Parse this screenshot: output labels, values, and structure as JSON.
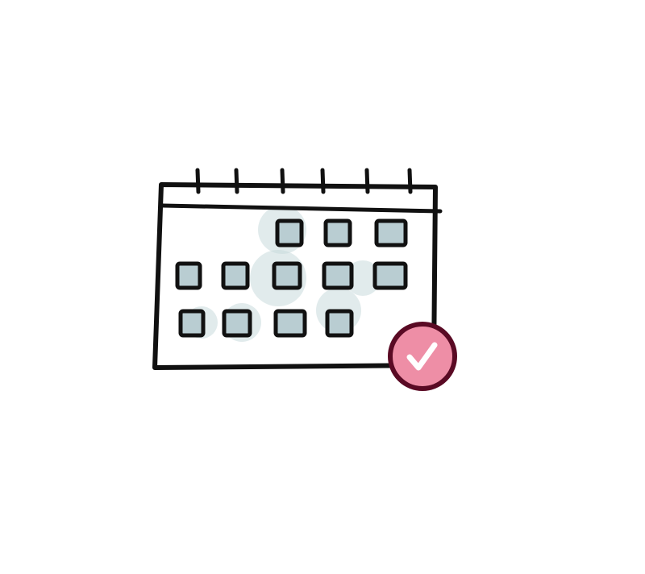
{
  "illustration": {
    "subject": "calendar-with-checkmark",
    "colors": {
      "outline": "#111111",
      "day_fill": "#b9cdd2",
      "day_wash": "#c9dadd",
      "badge_fill": "#ee8ea6",
      "badge_outline": "#5a0a24",
      "check": "#ffffff"
    },
    "day_cells_per_row": [
      3,
      5,
      4
    ]
  }
}
